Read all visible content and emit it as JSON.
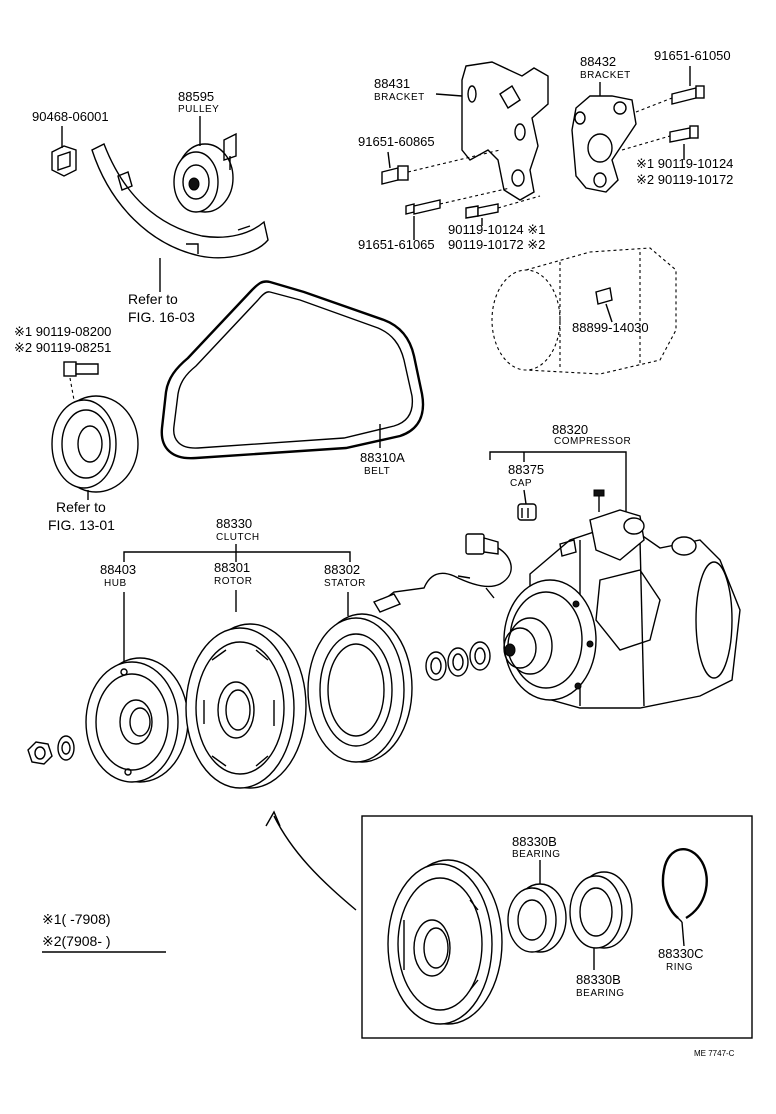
{
  "labels": {
    "p90468": "90468-06001",
    "p88595": "88595",
    "pulley": "PULLEY",
    "refer1a": "Refer to",
    "refer1b": "FIG. 16-03",
    "p88431": "88431",
    "bracket1": "BRACKET",
    "p88432": "88432",
    "bracket2": "BRACKET",
    "p91651_61050": "91651-61050",
    "p91651_60865": "91651-60865",
    "p90119_10124_r": "※1  90119-10124",
    "p90119_10172_r": "※2  90119-10172",
    "p90119_10124_c": "90119-10124 ※1",
    "p90119_10172_c": "90119-10172 ※2",
    "p91651_61065": "91651-61065",
    "p88899": "88899-14030",
    "p90119_08200": "※1 90119-08200",
    "p90119_08251": "※2 90119-08251",
    "refer2a": "Refer to",
    "refer2b": "FIG. 13-01",
    "p88310A": "88310A",
    "belt": "BELT",
    "p88320": "88320",
    "compressor": "COMPRESSOR",
    "p88375": "88375",
    "cap": "CAP",
    "p88330": "88330",
    "clutch": "CLUTCH",
    "p88403": "88403",
    "hub": "HUB",
    "p88301": "88301",
    "rotor": "ROTOR",
    "p88302": "88302",
    "stator": "STATOR",
    "p88330B_1": "88330B",
    "bearing1": "BEARING",
    "p88330B_2": "88330B",
    "bearing2": "BEARING",
    "p88330C": "88330C",
    "ring": "RING",
    "note1": "※1(      -7908)",
    "note2": "※2(7908-       )",
    "code": "ME  7747-C"
  }
}
